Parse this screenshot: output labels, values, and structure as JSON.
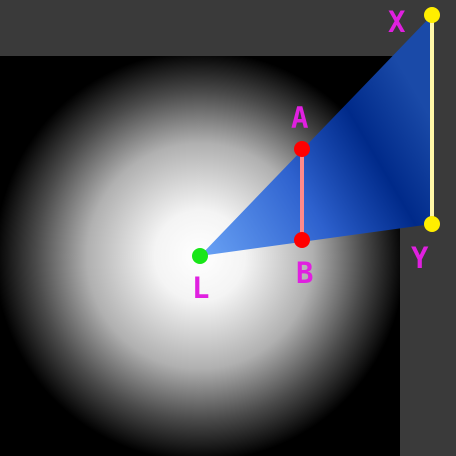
{
  "colors": {
    "background": "#000000",
    "wall": "#3a3a3a",
    "light_glow": "#ffffff",
    "light_point": "#19e619",
    "occluder_points": "#ff0000",
    "occluder_segment": "#ff8a8a",
    "projected_points": "#ffee00",
    "projected_segment": "#fff7a8",
    "shadow_near": "#6aa3f5",
    "shadow_far": "#002a8a",
    "label": "#e020e0"
  },
  "labels": {
    "light": "L",
    "a": "A",
    "b": "B",
    "x": "X",
    "y": "Y"
  }
}
